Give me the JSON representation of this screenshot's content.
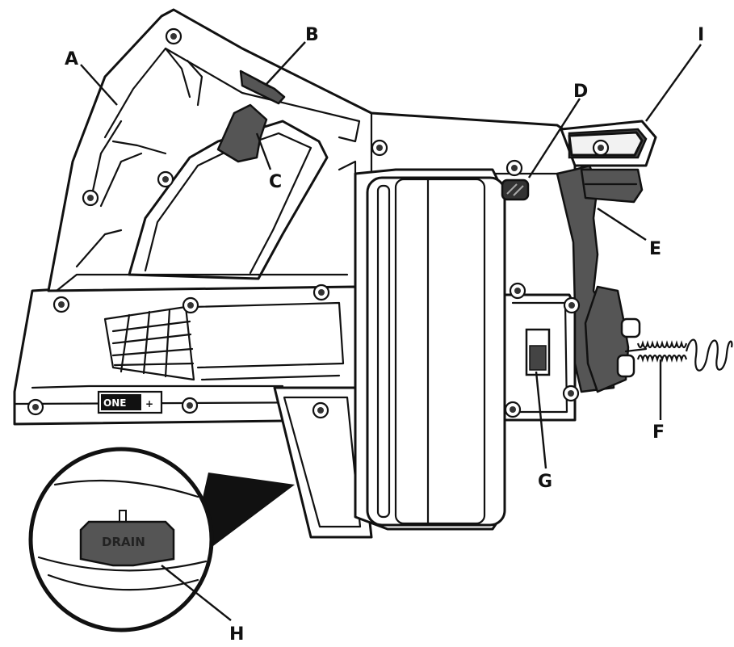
{
  "callouts": {
    "a": "A",
    "b": "B",
    "c": "C",
    "d": "D",
    "e": "E",
    "f": "F",
    "g": "G",
    "h": "H",
    "i": "I"
  },
  "logo_text": "ONE",
  "logo_symbol": "+",
  "drain_label": "DRAIN",
  "colors": {
    "outline": "#111111",
    "part_fill": "#555555",
    "background": "#ffffff"
  }
}
